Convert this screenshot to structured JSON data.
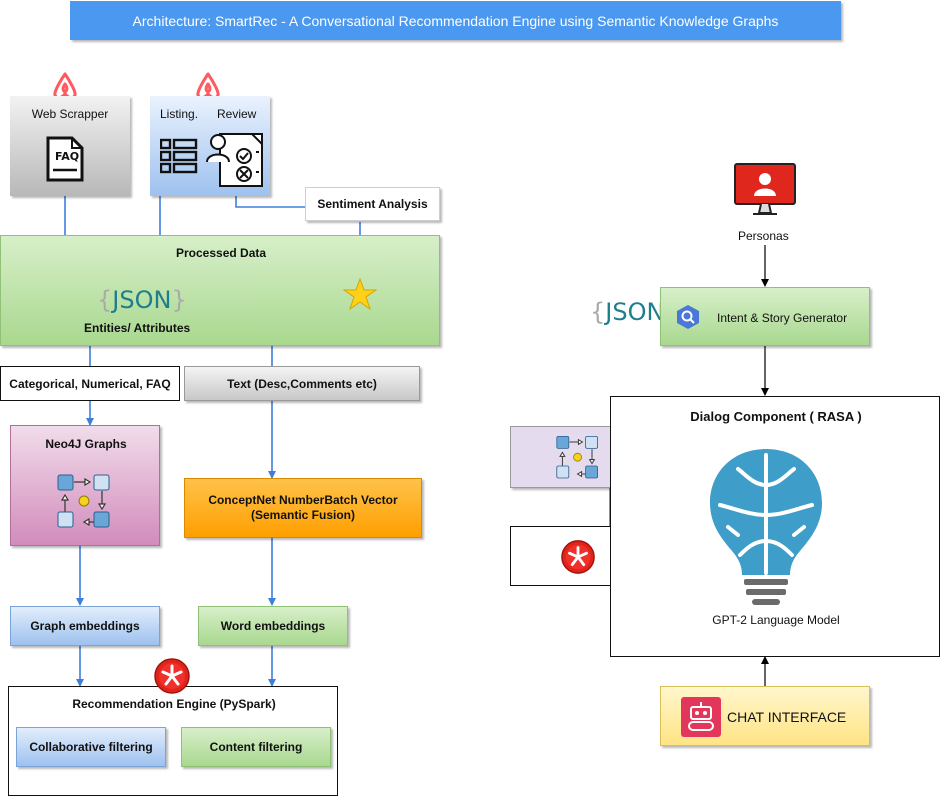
{
  "title": "Architecture: SmartRec - A Conversational Recommendation Engine using Semantic Knowledge Graphs",
  "nodes": {
    "web_scrapper": "Web Scrapper",
    "faq_icon_text": "FAQ",
    "listing": "Listing.",
    "review": "Review",
    "sentiment": "Sentiment Analysis",
    "processed_data": "Processed Data",
    "json": "JSON",
    "entities": "Entities/ Attributes",
    "categorical": "Categorical, Numerical, FAQ",
    "text": "Text (Desc,Comments etc)",
    "neo4j": "Neo4J Graphs",
    "conceptnet_line1": "ConceptNet NumberBatch Vector",
    "conceptnet_line2": "(Semantic Fusion)",
    "graph_embeddings": "Graph embeddings",
    "word_embeddings": "Word embeddings",
    "rec_engine": "Recommendation Engine (PySpark)",
    "collaborative": "Collaborative filtering",
    "content": "Content filtering",
    "personas": "Personas",
    "intent": "Intent & Story Generator",
    "dialog": "Dialog Component ( RASA )",
    "gpt2": "GPT-2 Language Model",
    "chat": "CHAT INTERFACE"
  },
  "colors": {
    "title_bg": "#4a98ef",
    "green_fill": "#a9d88f",
    "purple_fill": "#d5a5c8",
    "blue_fill": "#a9c9ee",
    "orange_fill": "#ffb11e",
    "yellow_fill": "#fff0a6",
    "arrow_blue": "#3e7fdb",
    "airbnb": "#ff5a5f",
    "brain": "#3f9ec9",
    "json_teal": "#1e7f8c"
  }
}
